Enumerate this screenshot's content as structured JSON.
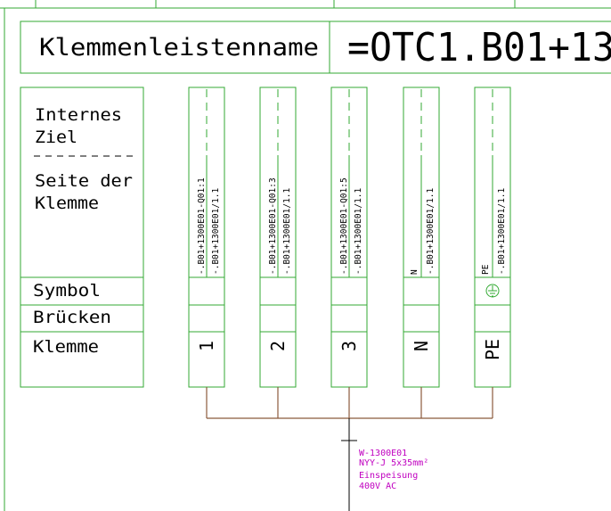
{
  "header": {
    "name_label": "Klemmenleistenname",
    "name_value": "=OTC1.B01+13"
  },
  "legend": {
    "internal_target_line1": "Internes",
    "internal_target_line2": "Ziel",
    "page_line1": "Seite der",
    "page_line2": "Klemme",
    "symbol": "Symbol",
    "bridges": "Brücken",
    "terminal": "Klemme"
  },
  "terminals": [
    {
      "target": "-.B01+1300E01-Q01:1",
      "page": "-.B01+1300E01/1.1",
      "symbol": "",
      "label": "1"
    },
    {
      "target": "-.B01+1300E01-Q01:3",
      "page": "-.B01+1300E01/1.1",
      "symbol": "",
      "label": "2"
    },
    {
      "target": "-.B01+1300E01-Q01:5",
      "page": "-.B01+1300E01/1.1",
      "symbol": "",
      "label": "3"
    },
    {
      "target": "N",
      "page": "-.B01+1300E01/1.1",
      "symbol": "",
      "label": "N"
    },
    {
      "target": "PE",
      "page": "-.B01+1300E01/1.1",
      "symbol": "ground-icon",
      "label": "PE"
    }
  ],
  "cable": {
    "name": "W-1300E01",
    "type": "NYY-J 5x35mm²",
    "purpose": "Einspeisung",
    "voltage": "400V AC"
  },
  "colors": {
    "frame": "#33aa33",
    "text": "#000000",
    "cable_text": "#c000c0",
    "bridge": "#8b5a3c"
  }
}
